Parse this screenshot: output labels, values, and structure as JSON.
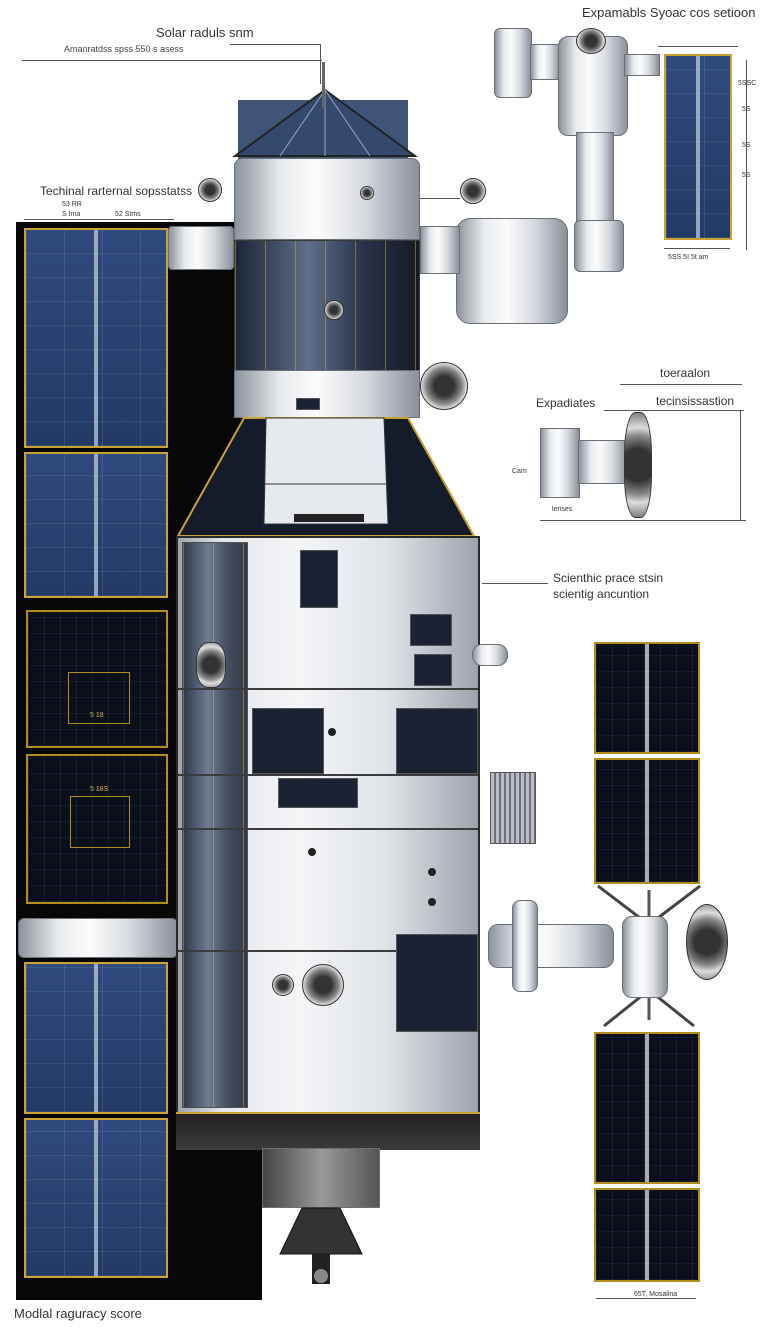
{
  "labels": {
    "solar_radius": "Solar raduls snm",
    "antennas": "Amanratdss spss 550 s asess",
    "expandable": "Expamabls Syoac cos setioon",
    "technical": "Techinal rarternal sopsstatss",
    "dim_top_a": "53 RR",
    "dim_top_b": "52 Stms",
    "dim_top_c": "S Ima",
    "right_dims": [
      "5SSC",
      "5S",
      "5S",
      "5S"
    ],
    "right_dim_bottom": "5SS 5I 5t am",
    "top_section": "toeraalon",
    "expadates": "Expadiates",
    "technical_section": "tecinsissastion",
    "cam": "Cam",
    "lenses": "lenses",
    "scientific_1": "Scienthic prace stsin",
    "scientific_2": "scientig ancuntion",
    "footer_left": "Modlal raguracy score",
    "footer_right": "65T, Mosalina",
    "panel_small": [
      "5 18",
      "5 18S"
    ]
  },
  "colors": {
    "panel_blue": "#2f4a7d",
    "panel_frame": "#c9a233",
    "background": "#ffffff",
    "backdrop": "#070707"
  }
}
